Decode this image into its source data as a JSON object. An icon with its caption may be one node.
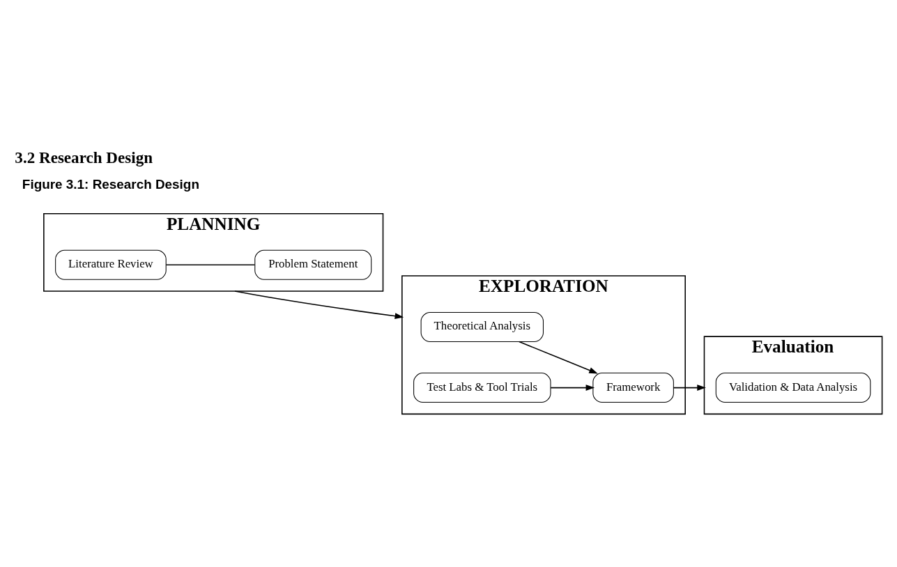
{
  "diagram": {
    "title": "3.2 Research Design",
    "caption": "Figure 3.1: Research Design",
    "nodes": [
      {
        "text": [
          "PLANNING"
        ]
      },
      {
        "text": [
          "Literature Review"
        ],
        "in": 0
      },
      {
        "text": [
          "Problem Statement"
        ],
        "in": 0
      },
      {
        "text": [
          "EXPLORATION"
        ]
      },
      {
        "text": [
          "Theoretical Analysis"
        ],
        "in": 3
      },
      {
        "text": [
          "Test Labs & Tool Trials"
        ],
        "in": 3
      },
      {
        "text": [
          "Framework"
        ],
        "in": 3
      },
      {
        "text": [
          "Evaluation"
        ]
      },
      {
        "text": [
          "Validation & Data Analysis"
        ],
        "in": 7
      }
    ],
    "edges": [
      {
        "from": 1,
        "to": 2,
        "arrow": "none"
      },
      {
        "from": 0,
        "to": 3,
        "arrow": "to"
      },
      {
        "from": 4,
        "to": 6,
        "arrow": "to"
      },
      {
        "from": 5,
        "to": 6,
        "arrow": "to"
      },
      {
        "from": 6,
        "to": 7,
        "arrow": "to"
      }
    ]
  }
}
